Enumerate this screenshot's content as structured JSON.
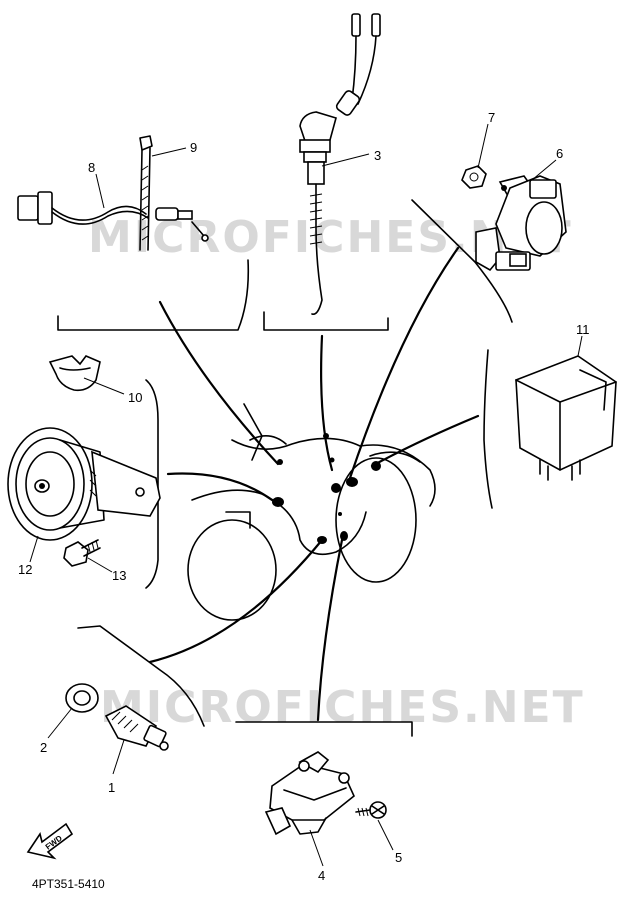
{
  "watermark": "MICROFICHES.NET",
  "drawing_code": "4PT351-5410",
  "direction_marker": "FWD",
  "callouts": [
    "1",
    "2",
    "3",
    "4",
    "5",
    "6",
    "7",
    "8",
    "9",
    "10",
    "11",
    "12",
    "13"
  ]
}
